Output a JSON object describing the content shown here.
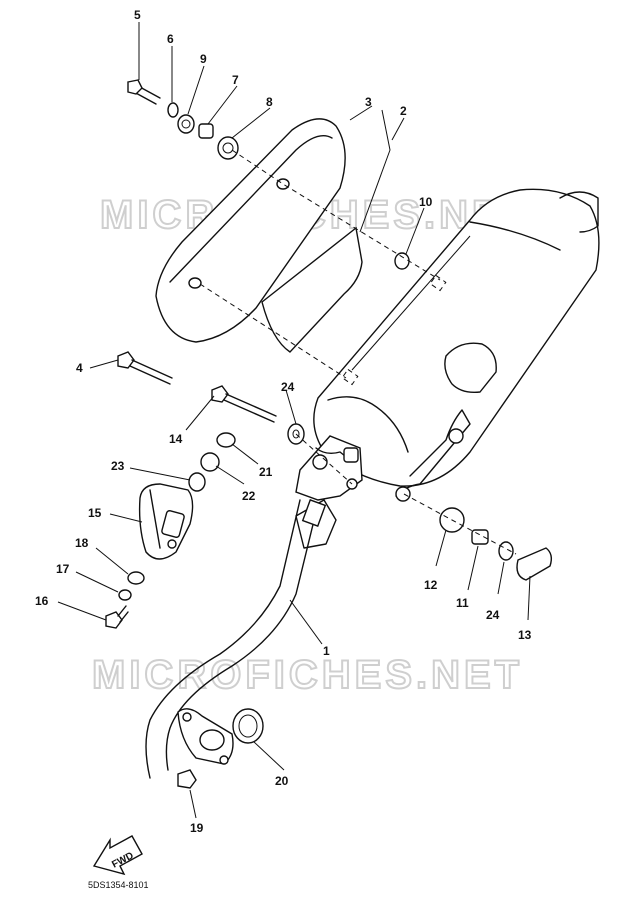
{
  "watermark": "MICROFICHES.NET",
  "drawing_code": "5DS1354-8101",
  "fwd_label": "FWD",
  "callouts": {
    "p1": "1",
    "p2": "2",
    "p3": "3",
    "p4": "4",
    "p5": "5",
    "p6": "6",
    "p7": "7",
    "p8": "8",
    "p9": "9",
    "p10": "10",
    "p11": "11",
    "p12": "12",
    "p13": "13",
    "p14": "14",
    "p15": "15",
    "p16": "16",
    "p17": "17",
    "p18": "18",
    "p19": "19",
    "p20": "20",
    "p21": "21",
    "p22": "22",
    "p23": "23",
    "p24a": "24",
    "p24b": "24"
  }
}
